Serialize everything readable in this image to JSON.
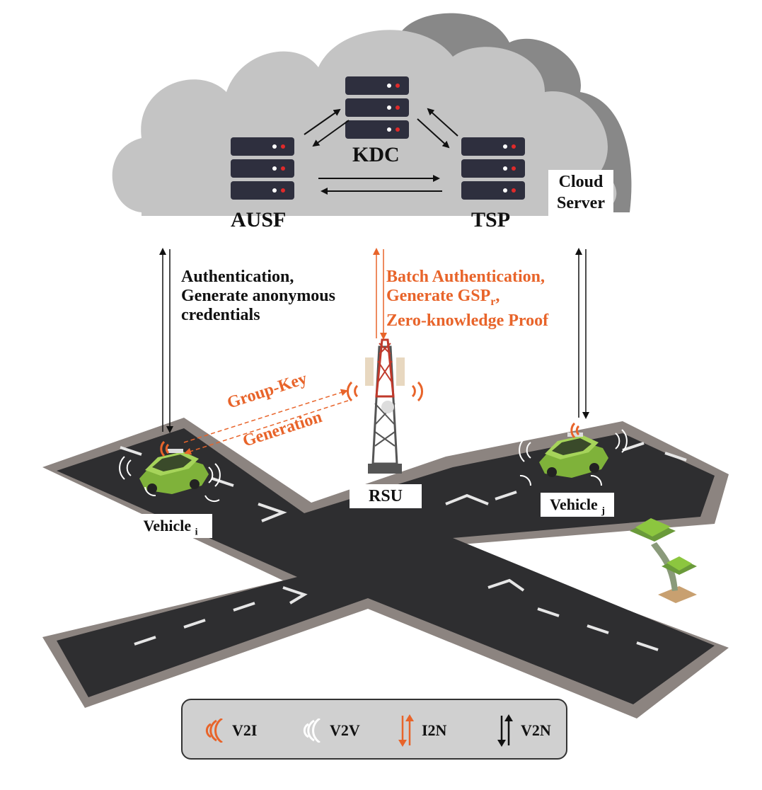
{
  "cloud": {
    "kdc_label": "KDC",
    "ausf_label": "AUSF",
    "tsp_label": "TSP",
    "cloud_server_line1": "Cloud",
    "cloud_server_line2": "Server"
  },
  "annotations": {
    "left_line1": "Authentication,",
    "left_line2": "Generate anonymous",
    "left_line3": "credentials",
    "center_line1": "Batch Authentication,",
    "center_line2_main": "Generate GSP",
    "center_line2_sub": "r",
    "center_line2_tail": ",",
    "center_line3": "Zero-knowledge Proof",
    "group_key_line1": "Group-Key",
    "group_key_line2": "Generation"
  },
  "nodes": {
    "rsu_label": "RSU",
    "vehicle_i_main": "Vehicle",
    "vehicle_i_sub": "i",
    "vehicle_j_main": "Vehicle",
    "vehicle_j_sub": "j"
  },
  "legend": {
    "v2i": "V2I",
    "v2v": "V2V",
    "i2n": "I2N",
    "v2n": "V2N"
  },
  "colors": {
    "orange": "#e8642a",
    "cloud_light": "#c4c4c4",
    "cloud_dark": "#888888",
    "road": "#2e2e30",
    "sidewalk": "#8c8480",
    "car_green": "#8cc63f",
    "server": "#2e2f3e"
  }
}
